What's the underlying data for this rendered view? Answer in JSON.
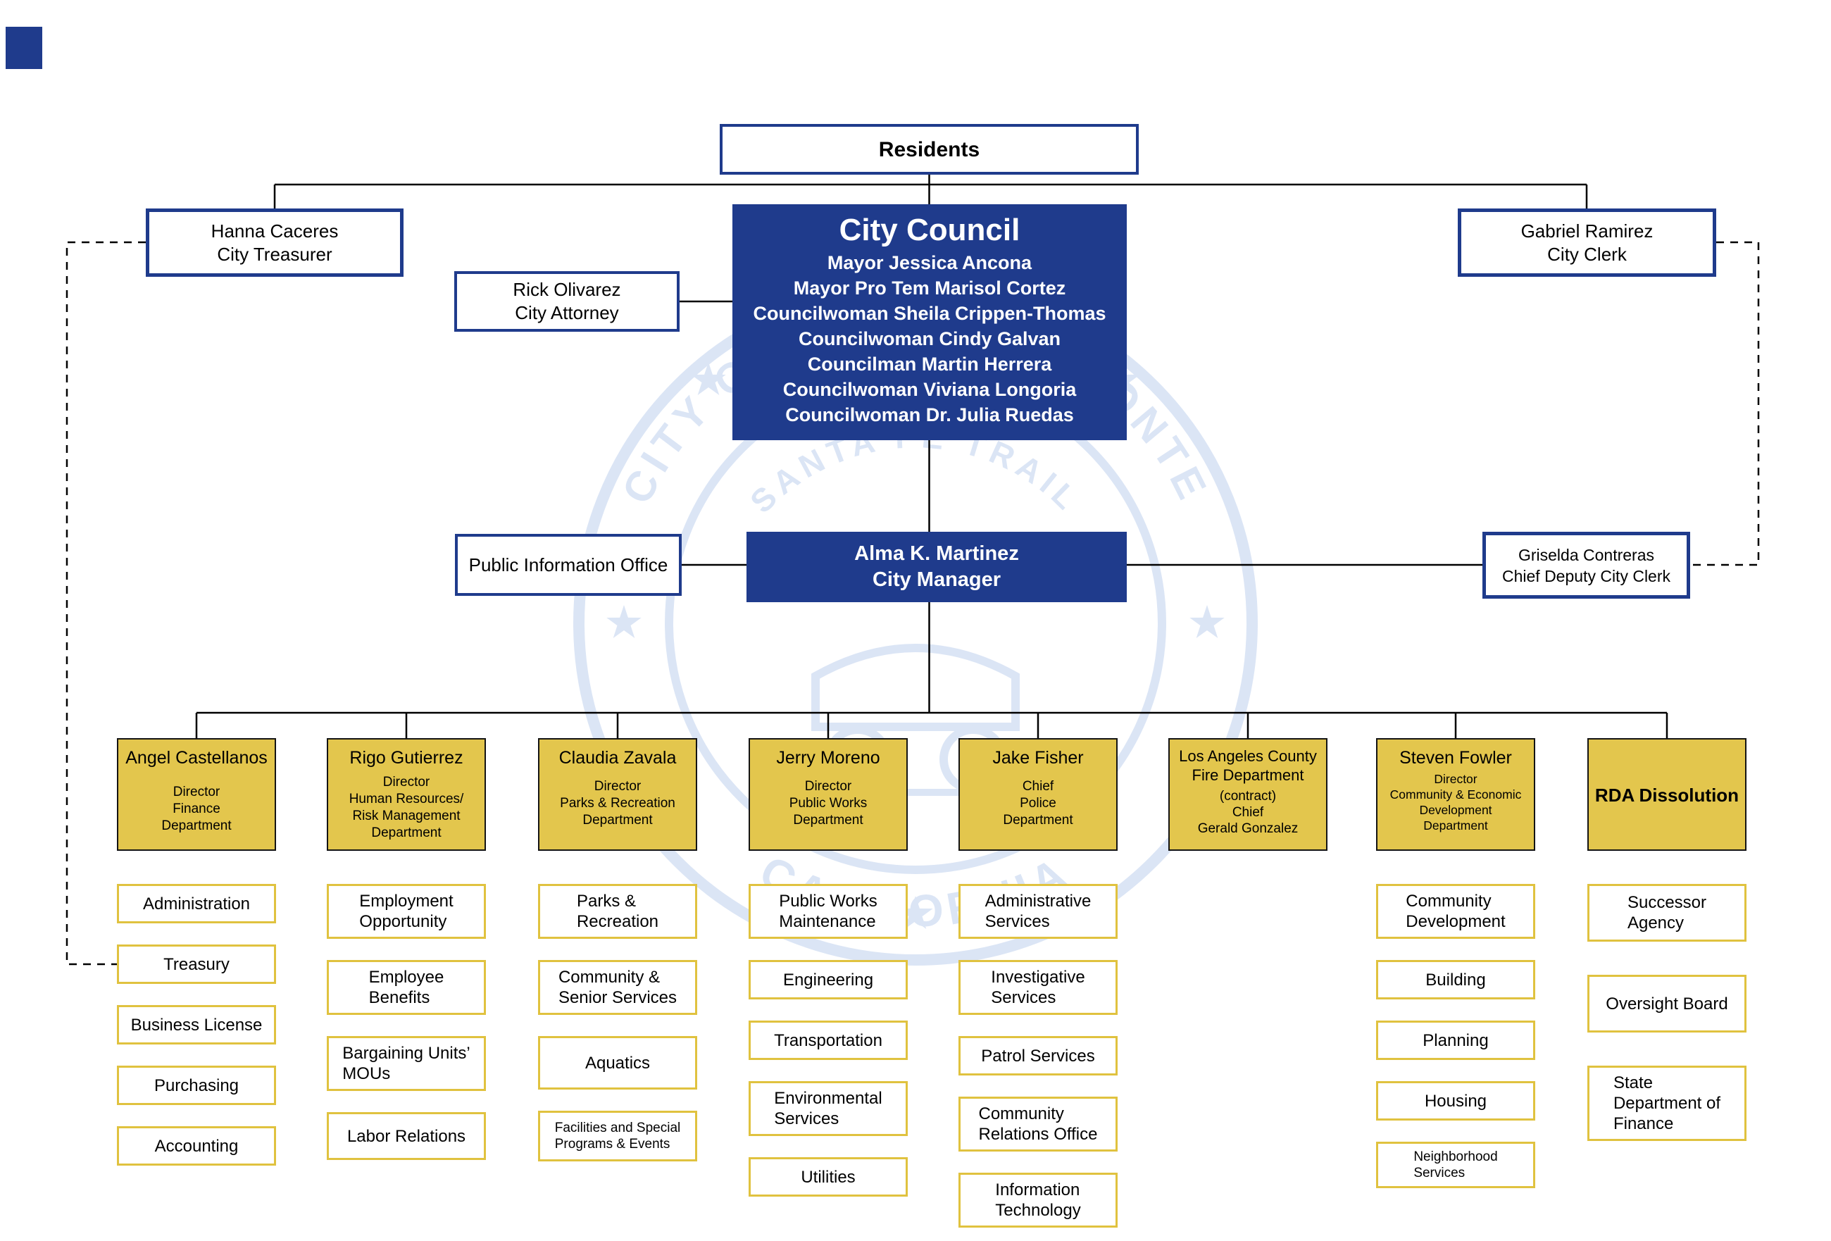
{
  "diagram": {
    "residents": "Residents",
    "city_treasurer": "Hanna Caceres\nCity Treasurer",
    "city_clerk": "Gabriel Ramirez\nCity Clerk",
    "city_attorney": "Rick Olivarez\nCity Attorney",
    "city_council": {
      "title": "City Council",
      "members": "Mayor Jessica Ancona\nMayor Pro Tem Marisol Cortez\nCouncilwoman Sheila Crippen-Thomas\nCouncilwoman Cindy Galvan\nCouncilman Martin Herrera\nCouncilwoman Viviana Longoria\nCouncilwoman Dr. Julia Ruedas"
    },
    "public_information_office": "Public Information Office",
    "city_manager": "Alma K. Martinez\nCity Manager",
    "chief_deputy_city_clerk": "Griselda Contreras\nChief Deputy City Clerk",
    "departments": [
      {
        "head": "Angel Castellanos",
        "role": "Director\nFinance\nDepartment",
        "units": [
          "Administration",
          "Treasury",
          "Business License",
          "Purchasing",
          "Accounting"
        ]
      },
      {
        "head": "Rigo Gutierrez",
        "role": "Director\nHuman Resources/\nRisk Management\nDepartment",
        "units": [
          "Employment\nOpportunity",
          "Employee\nBenefits",
          "Bargaining Units’\nMOUs",
          "Labor Relations"
        ]
      },
      {
        "head": "Claudia Zavala",
        "role": "Director\nParks & Recreation\nDepartment",
        "units": [
          "Parks &\nRecreation",
          "Community &\nSenior Services",
          "Aquatics",
          "Facilities and Special\nPrograms & Events"
        ]
      },
      {
        "head": "Jerry Moreno",
        "role": "Director\nPublic Works\nDepartment",
        "units": [
          "Public Works\nMaintenance",
          "Engineering",
          "Transportation",
          "Environmental\nServices",
          "Utilities"
        ]
      },
      {
        "head": "Jake Fisher",
        "role": "Chief\nPolice\nDepartment",
        "units": [
          "Administrative\nServices",
          "Investigative\nServices",
          "Patrol Services",
          "Community\nRelations Office",
          "Information\nTechnology"
        ]
      },
      {
        "head": "Los Angeles County\nFire Department",
        "role": "(contract)\nChief\nGerald Gonzalez",
        "units": []
      },
      {
        "head": "Steven Fowler",
        "role": "Director\nCommunity & Economic\nDevelopment\nDepartment",
        "units": [
          "Community\nDevelopment",
          "Building",
          "Planning",
          "Housing",
          "Neighborhood\nServices"
        ]
      },
      {
        "head": "RDA Dissolution",
        "role": "",
        "units": [
          "Successor\nAgency",
          "Oversight Board",
          "State\nDepartment of\nFinance"
        ]
      }
    ],
    "watermark": {
      "ring_top_text": "CITY OF SOUTH EL MONTE",
      "ring_bottom_text": "CALIFORNIA",
      "inner_text": "SANTA FE TRAIL"
    },
    "colors": {
      "dark_blue": "#1f3b8c",
      "gold_fill": "#e3c64d",
      "gold_border": "#e0c23f",
      "line_black": "#000000",
      "watermark_blue": "#dbe5f5"
    }
  }
}
